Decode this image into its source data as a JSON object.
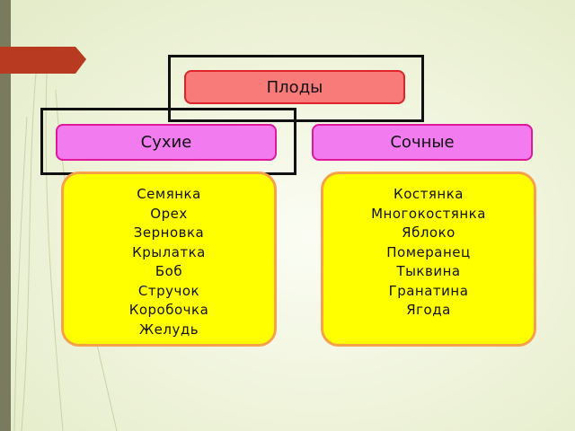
{
  "diagram": {
    "root": {
      "label": "Плоды"
    },
    "categories": [
      {
        "label": "Сухие",
        "items": [
          "Семянка",
          "Орех",
          "Зерновка",
          "Крылатка",
          "Боб",
          "Стручок",
          "Коробочка",
          "Желудь"
        ]
      },
      {
        "label": "Сочные",
        "items": [
          "Костянка",
          "Многокостянка",
          "Яблоко",
          "Померанец",
          "Тыквина",
          "Гранатина",
          "Ягода"
        ]
      }
    ]
  },
  "colors": {
    "root_fill": "#f87b7a",
    "category_fill": "#f37bf0",
    "panel_fill": "#ffff00",
    "panel_border": "#f7a24b",
    "slide_accent": "#b83a20"
  }
}
